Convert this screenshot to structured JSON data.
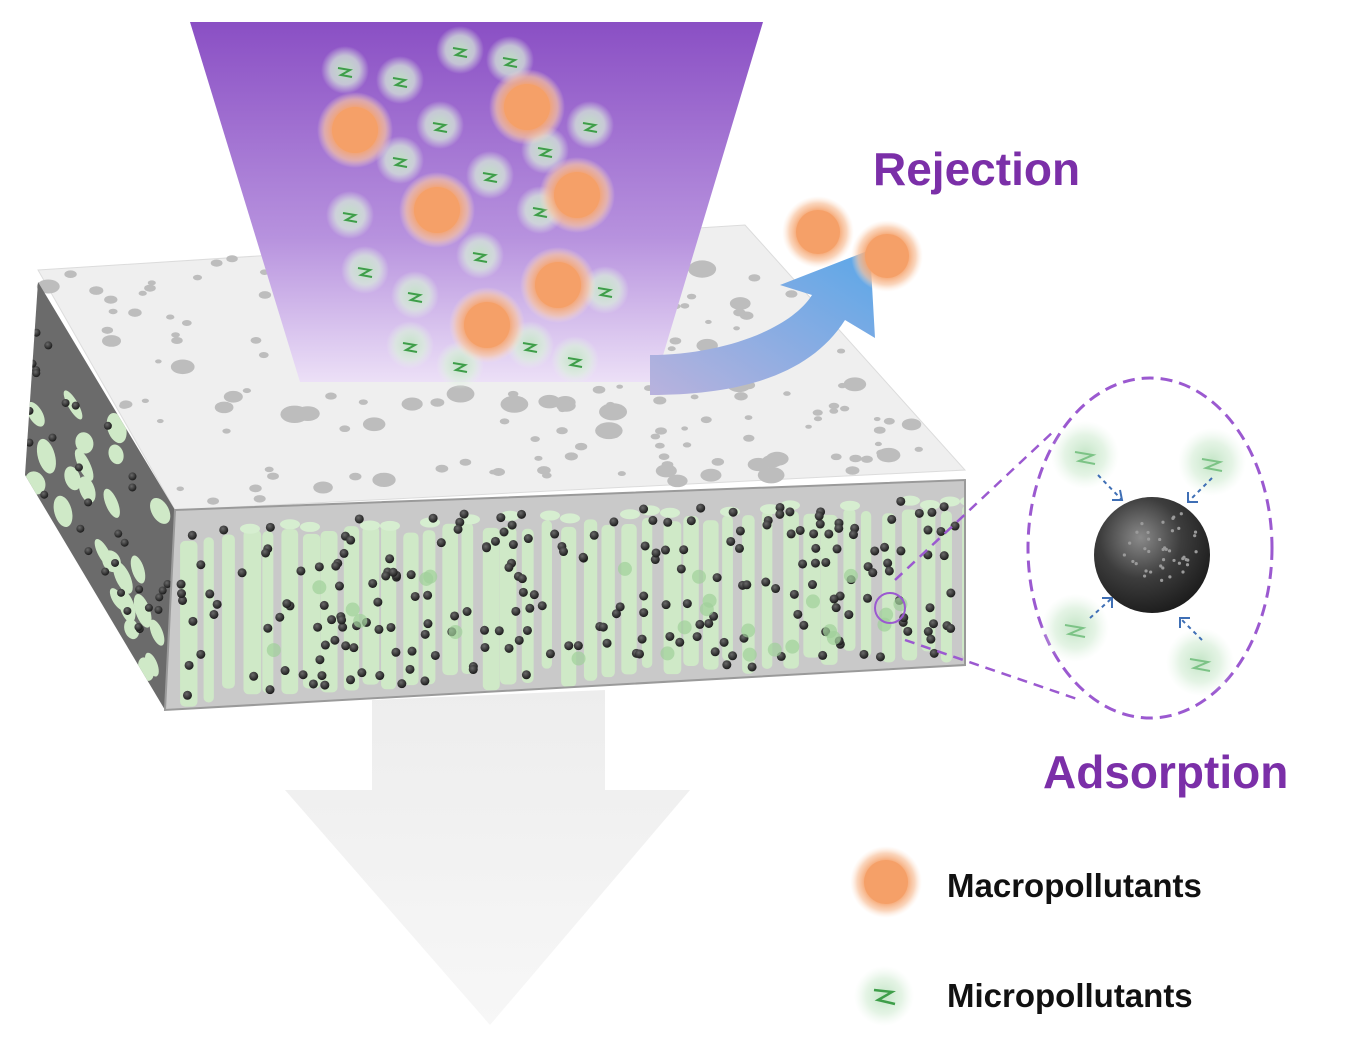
{
  "labels": {
    "rejection": "Rejection",
    "adsorption": "Adsorption"
  },
  "legend": {
    "macro": "Macropollutants",
    "micro": "Micropollutants"
  },
  "colors": {
    "accent_purple": "#7b2fa8",
    "macro_orange": "#f5a068",
    "micro_green": "#6fc07a",
    "membrane_top": "#efefef",
    "membrane_side": "#c8c8c8",
    "adsorbent": "#2e2e2e",
    "reject_arrow": "#8fb5e6"
  }
}
